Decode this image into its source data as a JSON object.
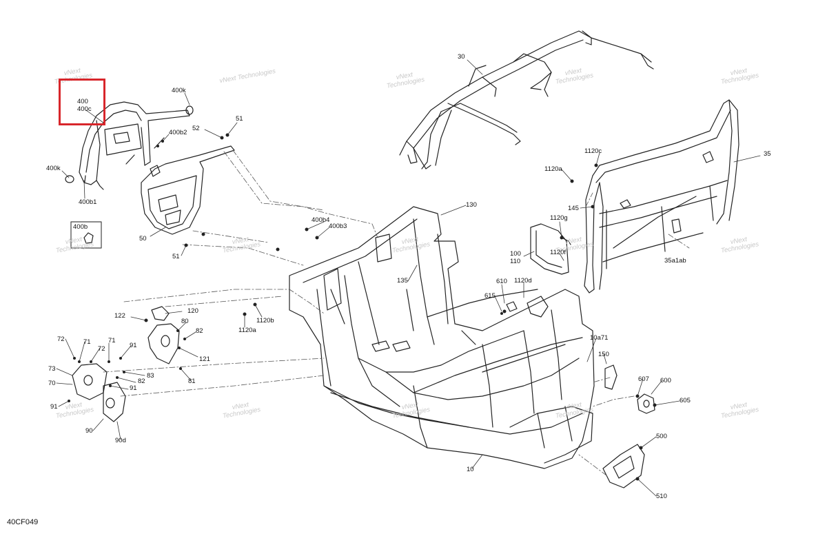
{
  "sheet_code": "40CF049",
  "watermark": {
    "line1": "vNext",
    "line2": "Technologies",
    "full": "vNext Technologies"
  },
  "highlight_color": "#d8262b",
  "labels": {
    "l400": "400",
    "l400c": "400c",
    "l400k_top": "400k",
    "l400k_left": "400k",
    "l400b1": "400b1",
    "l400b2": "400b2",
    "l400b": "400b",
    "l400b4": "400b4",
    "l400b3": "400b3",
    "l52": "52",
    "l51_top": "51",
    "l51_bottom": "51",
    "l50": "50",
    "l30": "30",
    "l35": "35",
    "l35a1ab": "35a1ab",
    "l1120c": "1120c",
    "l1120a_right": "1120a",
    "l145": "145",
    "l1120g": "1120g",
    "l1120f": "1120f",
    "l100": "100",
    "l110": "110",
    "l130": "130",
    "l135": "135",
    "l610": "610",
    "l1120d": "1120d",
    "l615": "615",
    "l1120b": "1120b",
    "l1120a_left": "1120a",
    "l120": "120",
    "l122": "122",
    "l80": "80",
    "l82_top": "82",
    "l82_bottom": "82",
    "l121": "121",
    "l81": "81",
    "l91_a": "91",
    "l91_b": "91",
    "l91_c": "91",
    "l83": "83",
    "l72_left": "72",
    "l71_left": "71",
    "l71_right": "71",
    "l72_right": "72",
    "l73": "73",
    "l70": "70",
    "l90": "90",
    "l90d": "90d",
    "l10a71": "10a71",
    "l150": "150",
    "l607": "607",
    "l600": "600",
    "l605": "605",
    "l500": "500",
    "l510": "510",
    "l10": "10"
  }
}
